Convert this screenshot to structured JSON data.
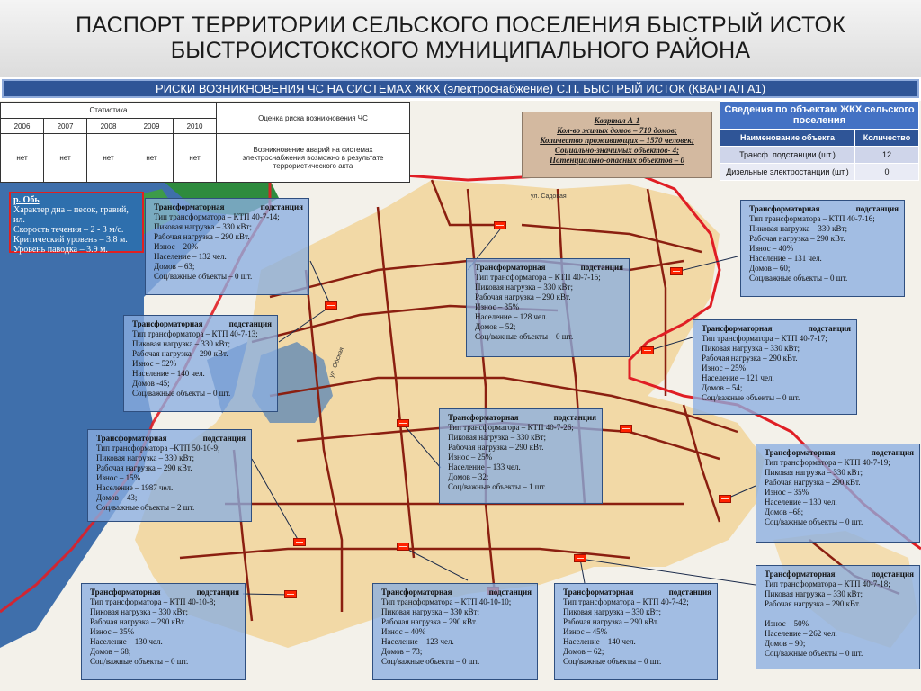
{
  "header": {
    "title_line1": "ПАСПОРТ ТЕРРИТОРИИ СЕЛЬСКОГО ПОСЕЛЕНИЯ БЫСТРЫЙ ИСТОК",
    "title_line2": "БЫСТРОИСТОКСКОГО МУНИЦИПАЛЬНОГО РАЙОНА",
    "subtitle": "РИСКИ ВОЗНИКНОВЕНИЯ ЧС НА СИСТЕМАХ ЖКХ (электроснабжение) С.П. БЫСТРЫЙ ИСТОК (КВАРТАЛ А1)"
  },
  "stats_table": {
    "group_header": "Статистика",
    "risk_header": "Оценка риска возникновения ЧС",
    "years": [
      "2006",
      "2007",
      "2008",
      "2009",
      "2010"
    ],
    "values": [
      "нет",
      "нет",
      "нет",
      "нет",
      "нет"
    ],
    "risk_text": "Возникновение аварий на системах электроснабжения возможно в результате террористического акта"
  },
  "info_table": {
    "title": "Сведения по объектам ЖКХ сельского поселения",
    "col_name": "Наименование объекта",
    "col_count": "Количество",
    "rows": [
      {
        "name": "Трансф. подстанции (шт.)",
        "count": "12"
      },
      {
        "name": "Дизельные электростанции (шт.)",
        "count": "0"
      }
    ]
  },
  "kvartal": {
    "title": "Квартал А-1",
    "lines": [
      "Кол-во жилых домов – 710 домов;",
      "Количество проживающих – 1570 человек;",
      "Социально-значимых объектов- 4;",
      "Потенциально-опасных объектов – 0"
    ]
  },
  "river": {
    "name": "р. Обь",
    "lines": [
      "Характер дна – песок, гравий, ил.",
      "Скорость течения – 2 - 3 м/с.",
      "Критический уровень – 3.8 м.",
      "Уровень паводка – 3.9 м."
    ]
  },
  "substations": [
    {
      "id": "a",
      "t1": "Трансформаторная",
      "t2": "подстанция",
      "lines": [
        "Тип трансформатора – КТП 40-7-14;",
        "Пиковая нагрузка – 330 кВт;",
        "Рабочая нагрузка – 290 кВт.",
        "Износ – 20%",
        "Население – 132 чел.",
        "Домов – 63;",
        "Соц/важные объекты – 0 шт."
      ]
    },
    {
      "id": "b",
      "t1": "Трансформаторная",
      "t2": "подстанция",
      "lines": [
        "Тип трансформатора – КТП 40-7-13;",
        "Пиковая нагрузка – 330 кВт;",
        "Рабочая нагрузка – 290 кВт.",
        "Износ – 52%",
        "Население – 140 чел.",
        "Домов -45;",
        "Соц/важные объекты – 0 шт."
      ]
    },
    {
      "id": "c",
      "t1": "Трансформаторная",
      "t2": "подстанция",
      "lines": [
        "Тип трансформатора –КТП 50-10-9;",
        "Пиковая нагрузка – 330 кВт;",
        "Рабочая нагрузка – 290 кВт.",
        "Износ – 15%",
        "Население – 1987 чел.",
        "Домов – 43;",
        "Соц/важные объекты – 2 шт."
      ]
    },
    {
      "id": "d",
      "t1": "Трансформаторная",
      "t2": "подстанция",
      "lines": [
        "Тип трансформатора – КТП 40-7-15;",
        "Пиковая нагрузка – 330 кВт;",
        "Рабочая нагрузка – 290 кВт.",
        "Износ – 35%",
        "Население – 128 чел.",
        "Домов – 52;",
        "Соц/важные объекты – 0 шт."
      ]
    },
    {
      "id": "e",
      "t1": "Трансформаторная",
      "t2": "подстанция",
      "lines": [
        "Тип трансформатора – КТП 40-7-16;",
        "Пиковая нагрузка – 330 кВт;",
        "Рабочая нагрузка – 290 кВт.",
        "Износ – 40%",
        "Население – 131 чел.",
        "Домов – 60;",
        "Соц/важные объекты – 0 шт."
      ]
    },
    {
      "id": "f",
      "t1": "Трансформаторная",
      "t2": "подстанция",
      "lines": [
        "Тип трансформатора – КТП 40-7-17;",
        "Пиковая нагрузка – 330 кВт;",
        "Рабочая нагрузка – 290 кВт.",
        "Износ – 25%",
        "Население – 121 чел.",
        "Домов – 54;",
        "Соц/важные объекты – 0 шт."
      ]
    },
    {
      "id": "g",
      "t1": "Трансформаторная",
      "t2": "подстанция",
      "lines": [
        "Тип трансформатора – КТП 40-7-26;",
        "Пиковая нагрузка – 330 кВт;",
        "Рабочая нагрузка – 290 кВт.",
        "Износ – 25%",
        "Население – 133 чел.",
        "Домов – 32;",
        "Соц/важные объекты – 1 шт."
      ]
    },
    {
      "id": "h",
      "t1": "Трансформаторная",
      "t2": "подстанция",
      "lines": [
        "Тип трансформатора – КТП 40-7-19;",
        "Пиковая нагрузка – 330 кВт;",
        "Рабочая нагрузка – 290 кВт.",
        "Износ – 35%",
        "Население – 130 чел.",
        "Домов –68;",
        "Соц/важные объекты – 0 шт."
      ]
    },
    {
      "id": "i",
      "t1": "Трансформаторная",
      "t2": "подстанция",
      "lines": [
        "Тип трансформатора – КТП 40-7-18;",
        "Пиковая нагрузка – 330 кВт;",
        "Рабочая нагрузка – 290 кВт.",
        "",
        "Износ – 50%",
        "Население – 262 чел.",
        "Домов – 90;",
        "Соц/важные объекты – 0 шт."
      ]
    },
    {
      "id": "j",
      "t1": "Трансформаторная",
      "t2": "подстанция",
      "lines": [
        "Тип трансформатора – КТП 40-10-8;",
        "Пиковая нагрузка – 330 кВт;",
        "Рабочая нагрузка – 290 кВт.",
        "Износ – 35%",
        "Население – 130 чел.",
        "Домов – 68;",
        "Соц/важные объекты – 0 шт."
      ]
    },
    {
      "id": "k",
      "t1": "Трансформаторная",
      "t2": "подстанция",
      "lines": [
        "Тип трансформатора – КТП 40-10-10;",
        "Пиковая нагрузка – 330 кВт;",
        "Рабочая нагрузка – 290 кВт.",
        "Износ – 40%",
        "Население – 123 чел.",
        "Домов – 73;",
        "Соц/важные объекты – 0 шт."
      ]
    },
    {
      "id": "l",
      "t1": "Трансформаторная",
      "t2": "подстанция",
      "lines": [
        "Тип трансформатора – КТП 40-7-42;",
        "Пиковая нагрузка – 330 кВт;",
        "Рабочая нагрузка – 290 кВт.",
        "Износ – 45%",
        "Население – 140 чел.",
        "Домов – 62;",
        "Соц/важные объекты – 0 шт."
      ]
    }
  ],
  "map_labels": {
    "street_1": "ул. Обская",
    "street_2": "ул. Садовая"
  },
  "colors": {
    "river": "#3f6fab",
    "district": "#f2d9a6",
    "boundary": "#e01e25",
    "road": "#8b1f10",
    "callout": "#8aaee0",
    "marker": "#ff2200"
  }
}
